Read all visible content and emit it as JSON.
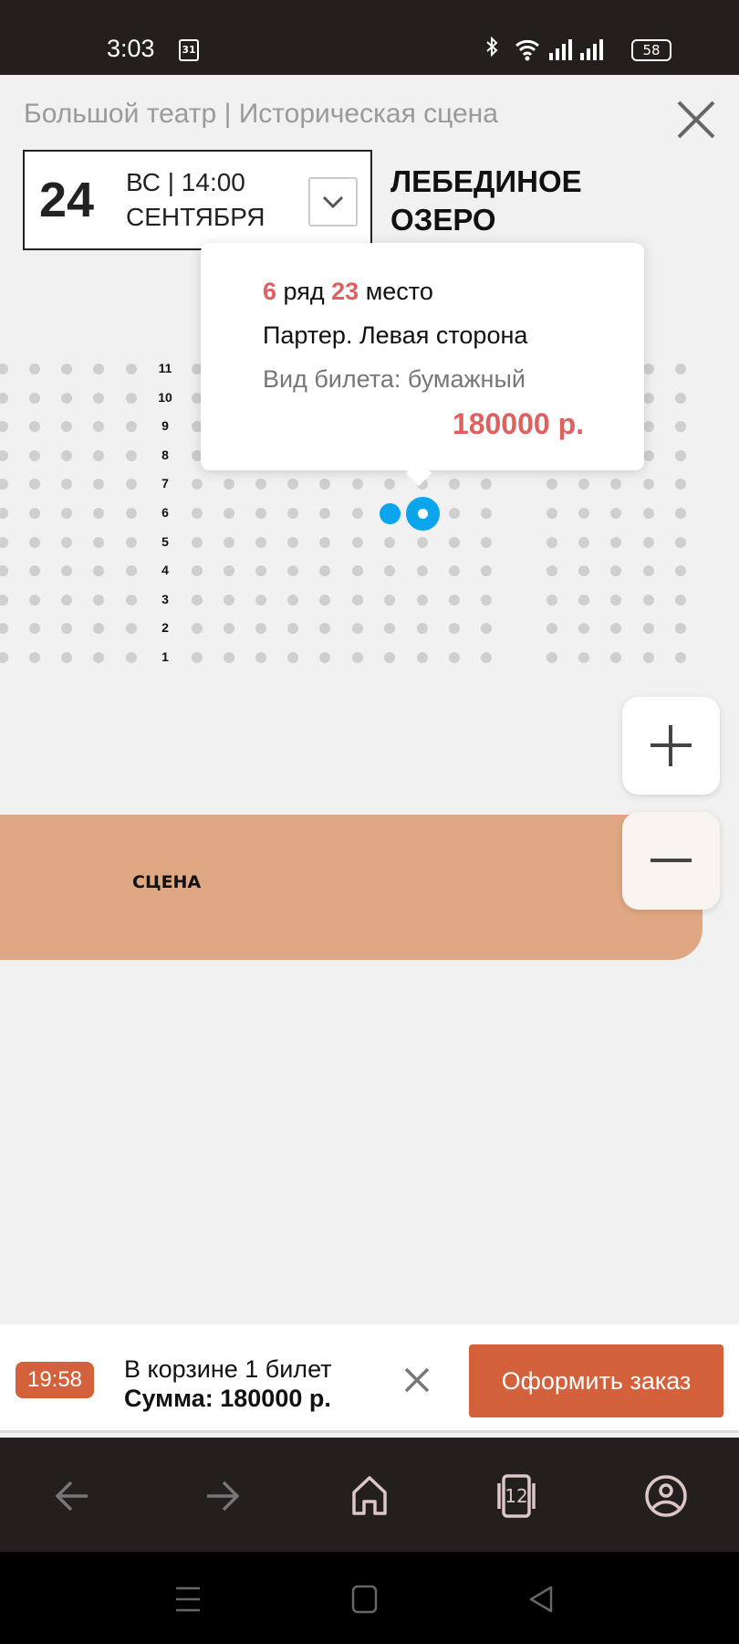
{
  "status_bar": {
    "time": "3:03",
    "calendar_badge": "31",
    "battery": "58"
  },
  "header": {
    "venue": "Большой театр | Историческая сцена",
    "day": "24",
    "weekday_time": "ВС | 14:00",
    "month": "СЕНТЯБРЯ",
    "show_title_1": "ЛЕБЕДИНОЕ",
    "show_title_2": "ОЗЕРО"
  },
  "seat_map": {
    "rows": [
      "1",
      "2",
      "3",
      "4",
      "5",
      "6",
      "7",
      "8",
      "9",
      "10",
      "11"
    ],
    "stage_label": "СЦЕНА",
    "selected_seats": [
      {
        "row": 6,
        "index": 11,
        "focused": false
      },
      {
        "row": 6,
        "index": 12,
        "focused": true
      }
    ],
    "colors": {
      "free": "#cfcfcf",
      "selected": "#0aa5ec"
    }
  },
  "tooltip": {
    "row": "6",
    "row_word": "ряд",
    "seat": "23",
    "seat_word": "место",
    "section": "Партер. Левая сторона",
    "ticket_type": "Вид билета: бумажный",
    "price": "180000 р."
  },
  "cart": {
    "timer": "19:58",
    "line1": "В корзине 1 билет",
    "line2": "Сумма: 180000 р.",
    "order_button": "Оформить заказ"
  },
  "browser_nav": {
    "tabs_count": "12"
  }
}
